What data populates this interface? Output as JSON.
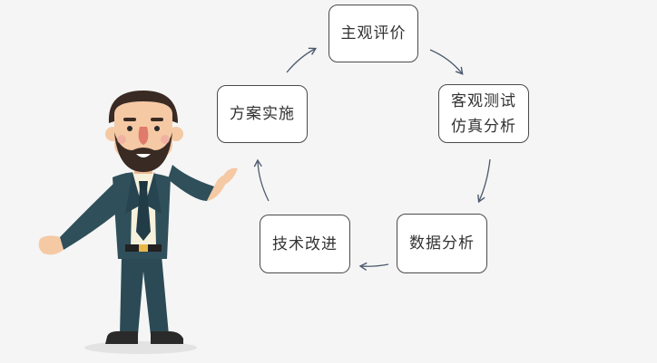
{
  "diagram": {
    "nodes": [
      {
        "id": "top",
        "lines": [
          "主观评价"
        ]
      },
      {
        "id": "right",
        "lines": [
          "客观测试",
          "仿真分析"
        ]
      },
      {
        "id": "bottom_right",
        "lines": [
          "数据分析"
        ]
      },
      {
        "id": "bottom_left",
        "lines": [
          "技术改进"
        ]
      },
      {
        "id": "left",
        "lines": [
          "方案实施"
        ]
      }
    ],
    "flow": [
      "top",
      "right",
      "bottom_right",
      "bottom_left",
      "left",
      "top"
    ]
  },
  "colors": {
    "background": "#f5f5f5",
    "box_border": "#4a4a4a",
    "text": "#333333",
    "arrow": "#4d5a6e",
    "suit": "#2f4f5a",
    "hair": "#3a2a24",
    "skin": "#f5c9a4",
    "tie": "#223c47"
  },
  "illustration": {
    "icon": "businessman-presenting-icon"
  }
}
